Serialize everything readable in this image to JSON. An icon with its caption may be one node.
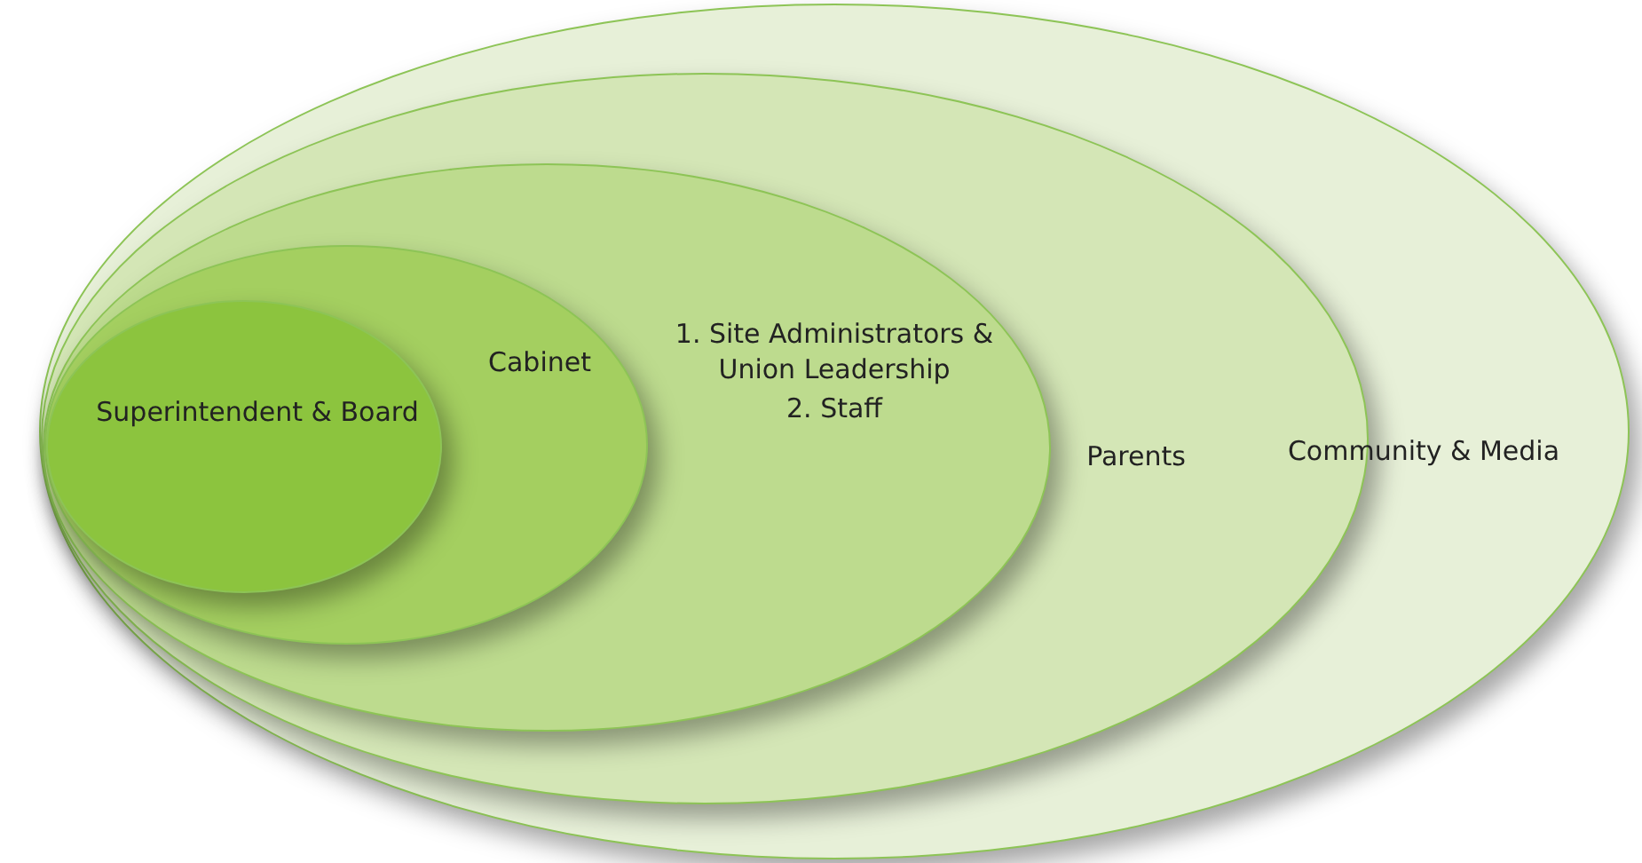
{
  "diagram": {
    "nodes": [
      {
        "text": [
          "Community & Media"
        ]
      },
      {
        "text": [
          "Parents"
        ],
        "in": 0
      },
      {
        "text": [
          "1. Site Administrators & Union Leadership",
          "2. Staff"
        ],
        "in": 1
      },
      {
        "text": [
          "Cabinet"
        ],
        "in": 2
      },
      {
        "text": [
          "Superintendent & Board"
        ],
        "in": 3
      }
    ]
  }
}
